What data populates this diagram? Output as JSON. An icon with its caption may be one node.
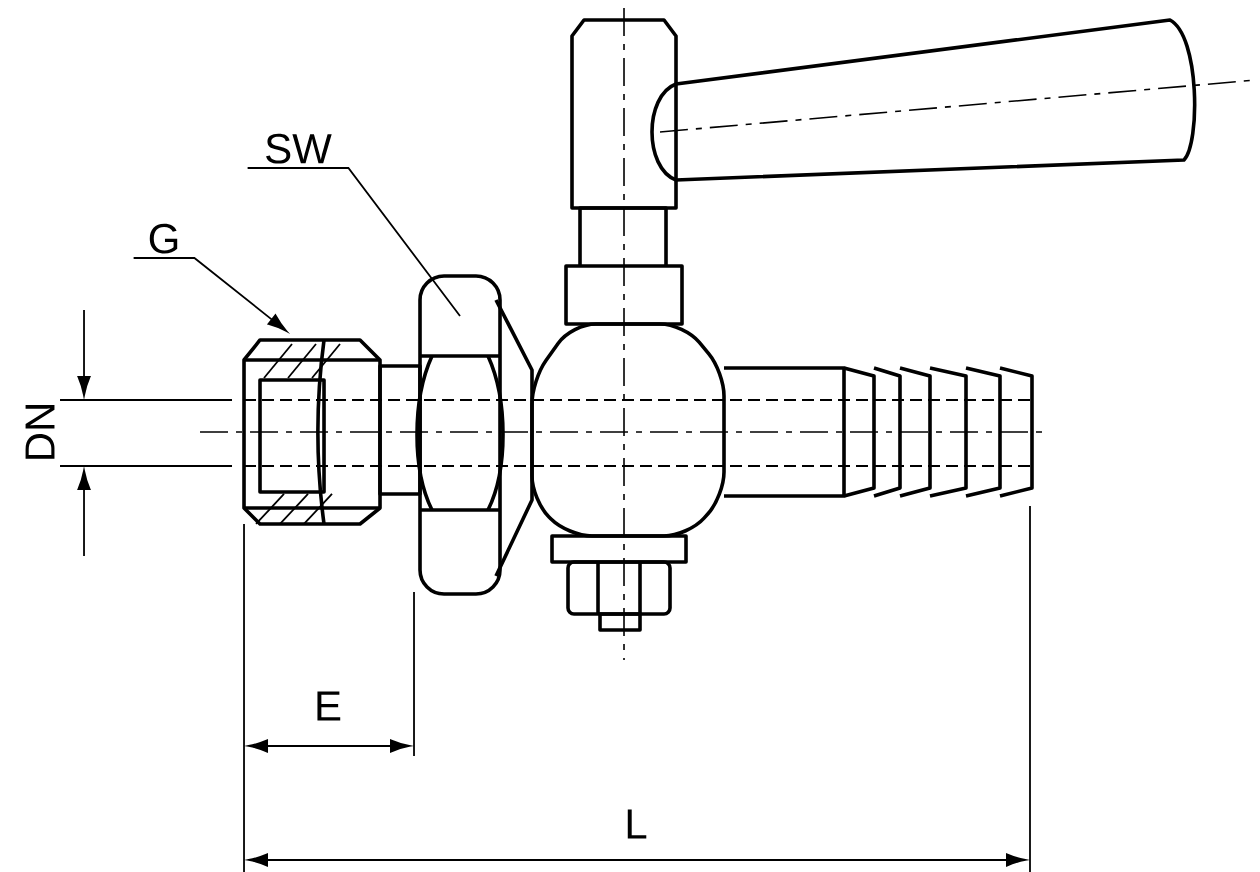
{
  "diagram": {
    "nodes": [
      {
        "text": [
          "G"
        ]
      },
      {
        "text": [
          "SW"
        ]
      }
    ],
    "edges": [
      {
        "from": 0,
        "to": null,
        "arrow": "to"
      },
      {
        "from": 1,
        "to": null,
        "arrow": "none"
      }
    ],
    "labels": [
      "DN",
      "E",
      "L"
    ]
  }
}
